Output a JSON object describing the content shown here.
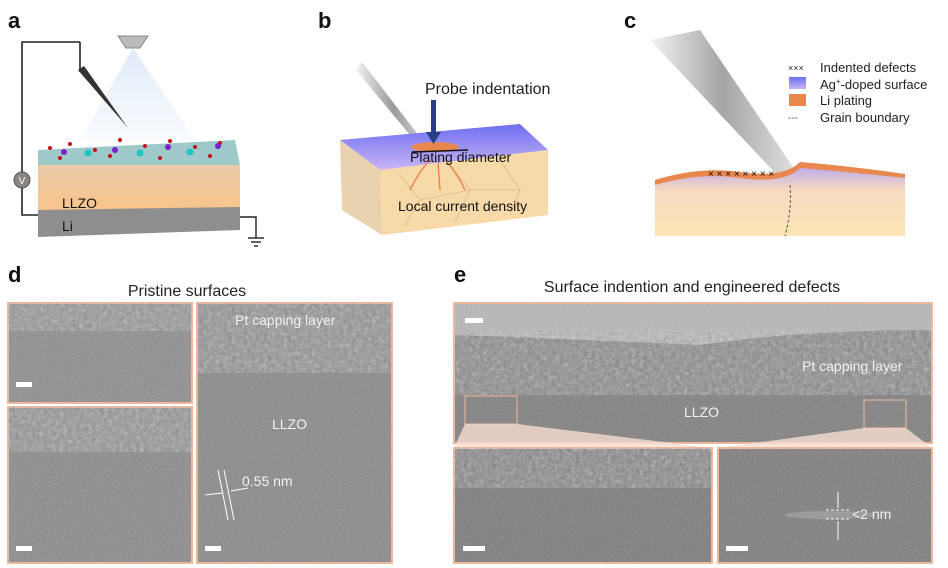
{
  "panels": {
    "a": {
      "label": "a",
      "layers": [
        "LLZO",
        "Li"
      ],
      "meter": "V"
    },
    "b": {
      "label": "b",
      "annotations": [
        "Probe indentation",
        "Plating diameter",
        "Local current density"
      ]
    },
    "c": {
      "label": "c",
      "legend": [
        {
          "symbol": "×××",
          "text": "Indented defects"
        },
        {
          "text_main": "Ag",
          "sup": "+",
          "text_rest": "-doped surface",
          "color": "#8a7bf0"
        },
        {
          "text": "Li plating",
          "color": "#e8874e"
        },
        {
          "symbol": "---",
          "text": "Grain boundary"
        }
      ]
    },
    "d": {
      "label": "d",
      "title": "Pristine surfaces",
      "image_labels": [
        "Pt capping layer",
        "LLZO",
        "0.55 nm"
      ]
    },
    "e": {
      "label": "e",
      "title": "Surface indention and engineered defects",
      "image_labels": [
        "Pt capping layer",
        "LLZO",
        "<2 nm"
      ]
    }
  },
  "colors": {
    "frame": "#f0b89a",
    "llzo": "#f6c793",
    "li": "#8e8e8e",
    "surface": "#7a73e8",
    "plating": "#e8874e"
  }
}
